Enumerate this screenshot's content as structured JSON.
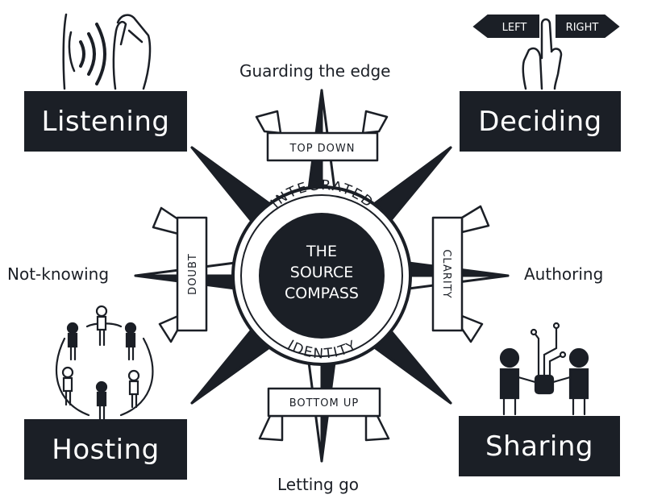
{
  "corners": {
    "top_left": "Listening",
    "top_right": "Deciding",
    "bottom_left": "Hosting",
    "bottom_right": "Sharing"
  },
  "directions": {
    "north": "Guarding the edge",
    "south": "Letting go",
    "west": "Not-knowing",
    "east": "Authoring"
  },
  "banners": {
    "top": "TOP DOWN",
    "bottom": "BOTTOM UP",
    "left": "DOUBT",
    "right": "CLARITY"
  },
  "ring": {
    "top": "INTEGRATED",
    "bottom": "IDENTITY"
  },
  "center": {
    "line1": "THE",
    "line2": "SOURCE",
    "line3": "COMPASS"
  },
  "signpost": {
    "left": "LEFT",
    "right": "RIGHT"
  },
  "colors": {
    "ink": "#1b1f26",
    "paper": "#ffffff"
  }
}
